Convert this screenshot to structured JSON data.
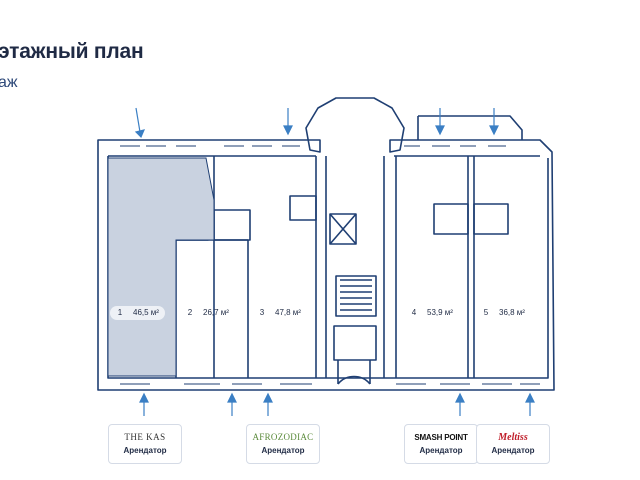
{
  "header": {
    "title": "этажный план",
    "subtitle": "аж"
  },
  "rooms": [
    {
      "number": "1",
      "area": "46,5 м²",
      "selected": true
    },
    {
      "number": "2",
      "area": "26,7 м²",
      "selected": false
    },
    {
      "number": "3",
      "area": "47,8 м²",
      "selected": false
    },
    {
      "number": "4",
      "area": "53,9 м²",
      "selected": false
    },
    {
      "number": "5",
      "area": "36,8 м²",
      "selected": false
    }
  ],
  "tenants": [
    {
      "logo": "THE KAS",
      "role": "Арендатор"
    },
    {
      "logo": "AFROZODIAC",
      "role": "Арендатор"
    },
    {
      "logo": "SMASH POINT",
      "role": "Арендатор"
    },
    {
      "logo": "Meltiss",
      "role": "Арендатор"
    }
  ],
  "colors": {
    "wall": "#1f3f73",
    "selected_fill": "#c9d2e0",
    "arrow": "#3b7fc4"
  }
}
